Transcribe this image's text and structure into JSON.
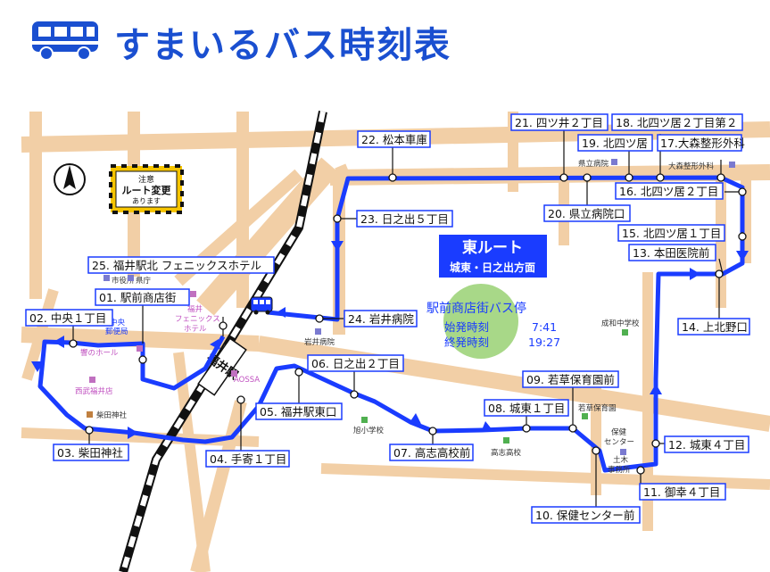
{
  "header": {
    "title": "すまいるバス時刻表"
  },
  "notice": {
    "line1": "注意",
    "line2": "ルート変更",
    "line3": "あります"
  },
  "route_badge": {
    "name": "東ルート",
    "sub": "城東・日之出方面"
  },
  "first_bus": {
    "station": "駅前商店街バス停",
    "first_label": "始発時刻",
    "first_time": "7:41",
    "last_label": "終発時刻",
    "last_time": "19:27"
  },
  "station_label": "福井駅",
  "stops": [
    "01. 駅前商店街",
    "02. 中央１丁目",
    "03. 柴田神社",
    "04. 手寄１丁目",
    "05. 福井駅東口",
    "06. 日之出２丁目",
    "07. 高志高校前",
    "08. 城東１丁目",
    "09. 若草保育園前",
    "10. 保健センター前",
    "11. 御幸４丁目",
    "12. 城東４丁目",
    "13. 本田医院前",
    "14. 上北野口",
    "15. 北四ツ居１丁目",
    "16. 北四ツ居２丁目",
    "17.大森整形外科",
    "18. 北四ツ居２丁目第２",
    "19. 北四ツ居",
    "20. 県立病院口",
    "21. 四ツ井２丁目",
    "22. 松本車庫",
    "23. 日之出５丁目",
    "24. 岩井病院",
    "25. 福井駅北 フェニックスホテル"
  ],
  "landmarks": {
    "city_hall": "市役所",
    "pref": "県庁",
    "post_office_1": "中央",
    "post_office_2": "郵便局",
    "hall": "響のホール",
    "seibu": "西武福井店",
    "shibata": "柴田神社",
    "phoenix_1": "福井",
    "phoenix_2": "フェニックス",
    "phoenix_3": "ホテル",
    "aossa": "AOSSA",
    "iwai": "岩井病院",
    "asahi": "旭小学校",
    "koshi": "高志高校",
    "wakakusa": "若草保育園",
    "health_1": "保健",
    "health_2": "センター",
    "doboku_1": "土木",
    "doboku_2": "事務所",
    "seiwa": "成和中学校",
    "kenritsu": "県立病院",
    "omori": "大森整形外科"
  },
  "colors": {
    "route": "#1a3cff",
    "road": "#f2cfa6",
    "label_border": "#1a3cff",
    "accent": "#1a4fd0"
  }
}
